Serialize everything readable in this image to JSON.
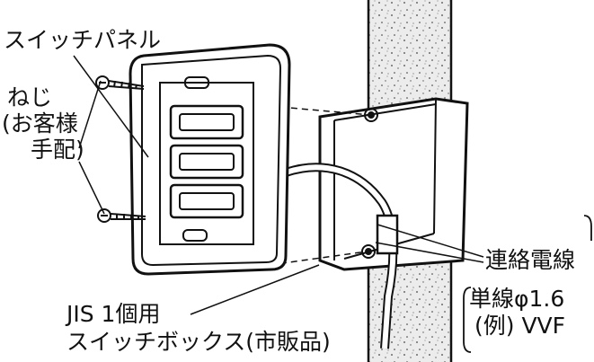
{
  "labels": {
    "switch_panel": "スイッチパネル",
    "screw_line1": "ねじ",
    "screw_line2": "(お客様",
    "screw_line3": "手配)",
    "connecting_wire": "連絡電線",
    "wire_spec_line1": "単線φ1.6",
    "wire_spec_line2": "(例) VVF",
    "box_line1": "JIS  1個用",
    "box_line2": "スイッチボックス(市販品)"
  },
  "colors": {
    "ink": "#111111",
    "wall": "#ebebeb",
    "background": "#ffffff"
  }
}
